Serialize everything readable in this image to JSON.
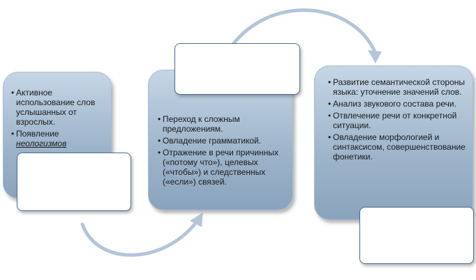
{
  "cards": [
    {
      "items": [
        {
          "text": "Активное использование слов услышанных от взрослых."
        },
        {
          "text": "Появление ",
          "emph": "неологизмов"
        }
      ]
    },
    {
      "items": [
        {
          "text": "Переход к сложным предложениям."
        },
        {
          "text": "Овладение грамматикой."
        },
        {
          "text": "Отражение в речи причинных («потому что»), целевых («чтобы») и следственных  («если») связей."
        }
      ]
    },
    {
      "items": [
        {
          "text": "Развитие семантической стороны языка: уточнение значений слов."
        },
        {
          "text": "Анализ звукового состава речи."
        },
        {
          "text": "Отвлечение речи от конкретной ситуации."
        },
        {
          "text": "Овладение морфологией и синтаксисом, совершенствование фонетики."
        }
      ]
    }
  ],
  "bullet": "•",
  "colors": {
    "card_top": "#c5d6e6",
    "card_bottom": "#8aa3bc",
    "box_border": "#4b6e92",
    "arrow": "#b4c5da"
  }
}
